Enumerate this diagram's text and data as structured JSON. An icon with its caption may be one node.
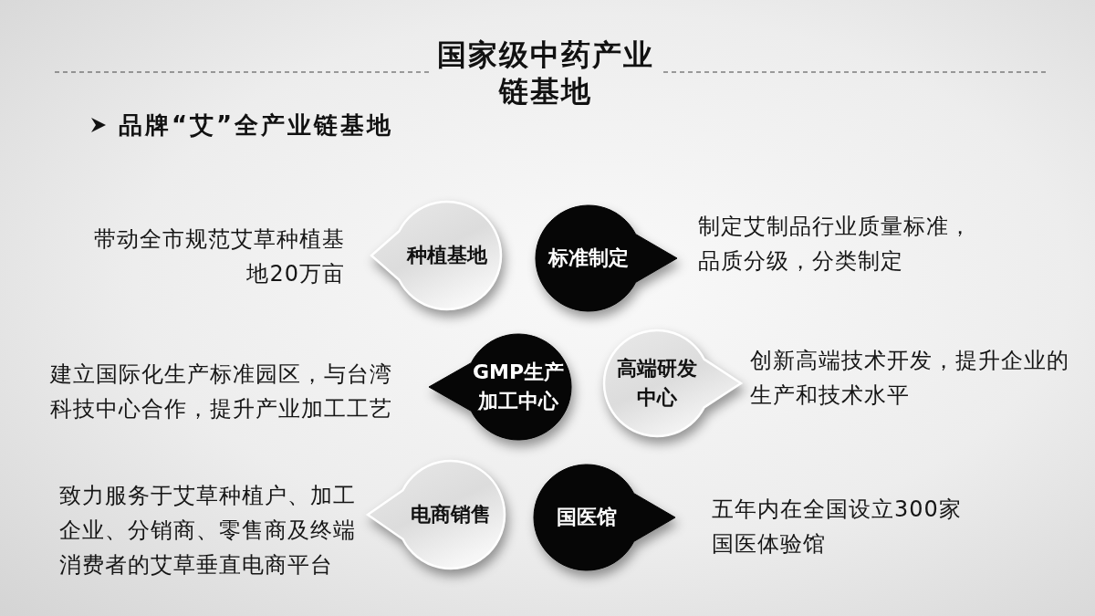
{
  "diagram": {
    "title": "国家级中药产业链基地",
    "nodes": [
      {
        "text": [
          "种植基地"
        ],
        "beside": [
          "带动全市规范艾草种植基地20万亩"
        ]
      },
      {
        "text": [
          "标准制定"
        ],
        "beside": [
          "制定艾制品行业质量标准，品质分级，分类制定"
        ]
      },
      {
        "text": [
          "GMP生产加工中心"
        ],
        "beside": [
          "建立国际化生产标准园区，与台湾科技中心合作，提升产业加工工艺"
        ]
      },
      {
        "text": [
          "高端研发中心"
        ],
        "beside": [
          "创新高端技术开发，提升企业的生产和技术水平"
        ]
      },
      {
        "text": [
          "电商销售"
        ],
        "beside": [
          "致力服务于艾草种植户、加工企业、分销商、零售商及终端消费者的艾草垂直电商平台"
        ]
      },
      {
        "text": [
          "国医馆"
        ],
        "beside": [
          "五年内在全国设立300家国医体验馆"
        ]
      }
    ],
    "labels": [
      "品牌“艾”全产业链基地"
    ]
  }
}
